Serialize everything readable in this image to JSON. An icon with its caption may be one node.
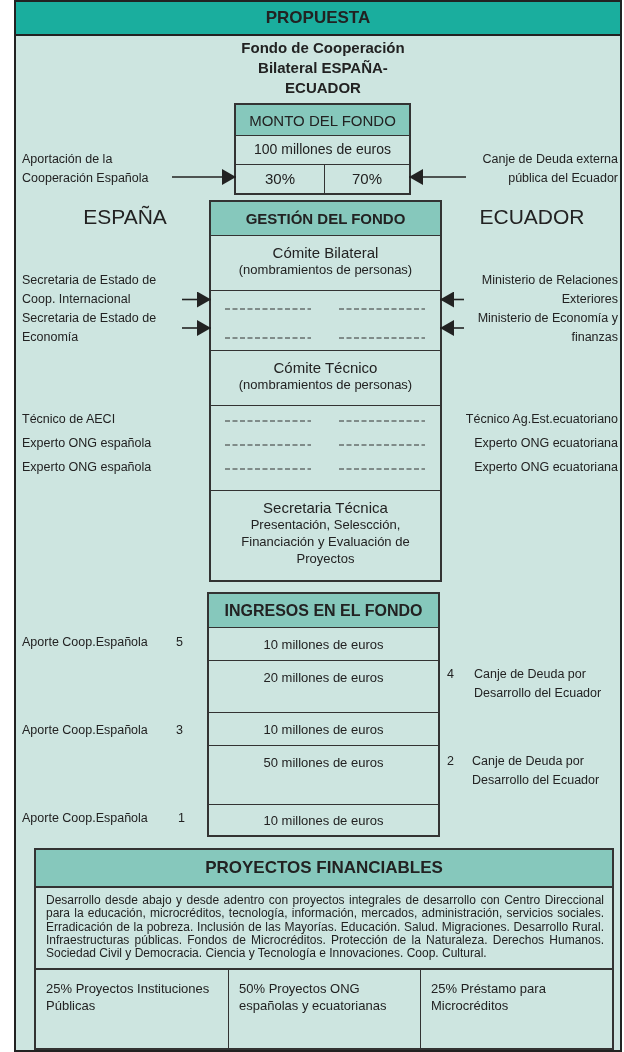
{
  "diagram": {
    "title": "Fondo de Cooperación Bilateral ESPAÑA-ECUADOR",
    "nodes": [
      {
        "text": [
          "PROPUESTA"
        ]
      },
      {
        "text": [
          "MONTO DEL FONDO"
        ],
        "in": 0
      },
      {
        "text": [
          "100 millones de euros"
        ],
        "in": 1
      },
      {
        "text": [
          "30%"
        ],
        "in": 1
      },
      {
        "text": [
          "70%"
        ],
        "in": 1
      },
      {
        "text": [
          "Aportación de la Cooperación Española"
        ],
        "in": 0
      },
      {
        "text": [
          "Canje de Deuda externa pública del Ecuador"
        ],
        "in": 0
      },
      {
        "text": [
          "GESTIÓN DEL FONDO"
        ],
        "in": 0
      },
      {
        "text": [
          "Cómite Bilateral",
          "(nombramientos de personas)"
        ],
        "in": 7
      },
      {
        "text": [],
        "shape": "box",
        "in": 7
      },
      {
        "text": [
          "Secretaria de Estado de Coop. Internacional"
        ],
        "in": 0
      },
      {
        "text": [
          "Secretaria de Estado de Economía"
        ],
        "in": 0
      },
      {
        "text": [
          "Ministerio de Relaciones Exteriores"
        ],
        "in": 0
      },
      {
        "text": [
          "Ministerio de Economía y finanzas"
        ],
        "in": 0
      },
      {
        "text": [
          "Cómite Técnico",
          "(nombramientos de personas)"
        ],
        "in": 7
      },
      {
        "text": [],
        "shape": "box",
        "in": 7
      },
      {
        "text": [
          "Secretaria Técnica",
          "Presentación, Selescción, Financiación y Evaluación de Proyectos"
        ],
        "in": 7
      },
      {
        "text": [
          "INGRESOS EN EL FONDO"
        ],
        "in": 0
      },
      {
        "text": [
          "10 millones de euros"
        ],
        "in": 17
      },
      {
        "text": [
          "20 millones de euros"
        ],
        "in": 17
      },
      {
        "text": [
          "10 millones de euros"
        ],
        "in": 17
      },
      {
        "text": [
          "50 millones de euros"
        ],
        "in": 17
      },
      {
        "text": [
          "10 millones de euros"
        ],
        "in": 17
      },
      {
        "text": [
          "PROYECTOS FINANCIABLES",
          "Desarrollo desde abajo y desde adentro con proyectos integrales de desarrollo con Centro Direccional para la educación, microcréditos, tecnología, información, mercados, administración, servicios sociales. Erradicación de la pobreza. Inclusión de las Mayorías. Educación. Salud. Migraciones. Desarrollo Rural. Infraestructuras públicas. Fondos de Microcréditos. Protección de la Naturaleza. Derechos Humanos. Sociedad Civil y Democracia. Ciencia y Tecnología e Innovaciones. Coop. Cultural."
        ],
        "in": 0
      },
      {
        "text": [
          "25% Proyectos Instituciones Públicas"
        ],
        "in": 23
      },
      {
        "text": [
          "50% Proyectos ONG españolas y ecuatorianas"
        ],
        "in": 23
      },
      {
        "text": [
          "25% Préstamo para Microcréditos"
        ],
        "in": 23
      }
    ],
    "edges": [
      {
        "from": 5,
        "to": 3,
        "arrow": "to"
      },
      {
        "from": 6,
        "to": 4,
        "arrow": "to"
      },
      {
        "from": 10,
        "to": 9,
        "arrow": "to"
      },
      {
        "from": 11,
        "to": 9,
        "arrow": "to"
      },
      {
        "from": 12,
        "to": 9,
        "arrow": "to"
      },
      {
        "from": 13,
        "to": 9,
        "arrow": "to"
      }
    ],
    "labels": [
      "ESPAÑA",
      "ECUADOR",
      "Técnico de AECI",
      "Técnico Ag.Est.ecuatoriano",
      "Experto ONG española",
      "Experto ONG ecuatoriana",
      "Experto ONG española",
      "Experto ONG ecuatoriana",
      "Aporte Coop.Española",
      "5",
      "4",
      "Canje de Deuda por Desarrollo del Ecuador",
      "Aporte Coop.Española",
      "3",
      "2",
      "Canje de Deuda por Desarrollo del Ecuador",
      "Aporte Coop.Española",
      "1"
    ]
  }
}
